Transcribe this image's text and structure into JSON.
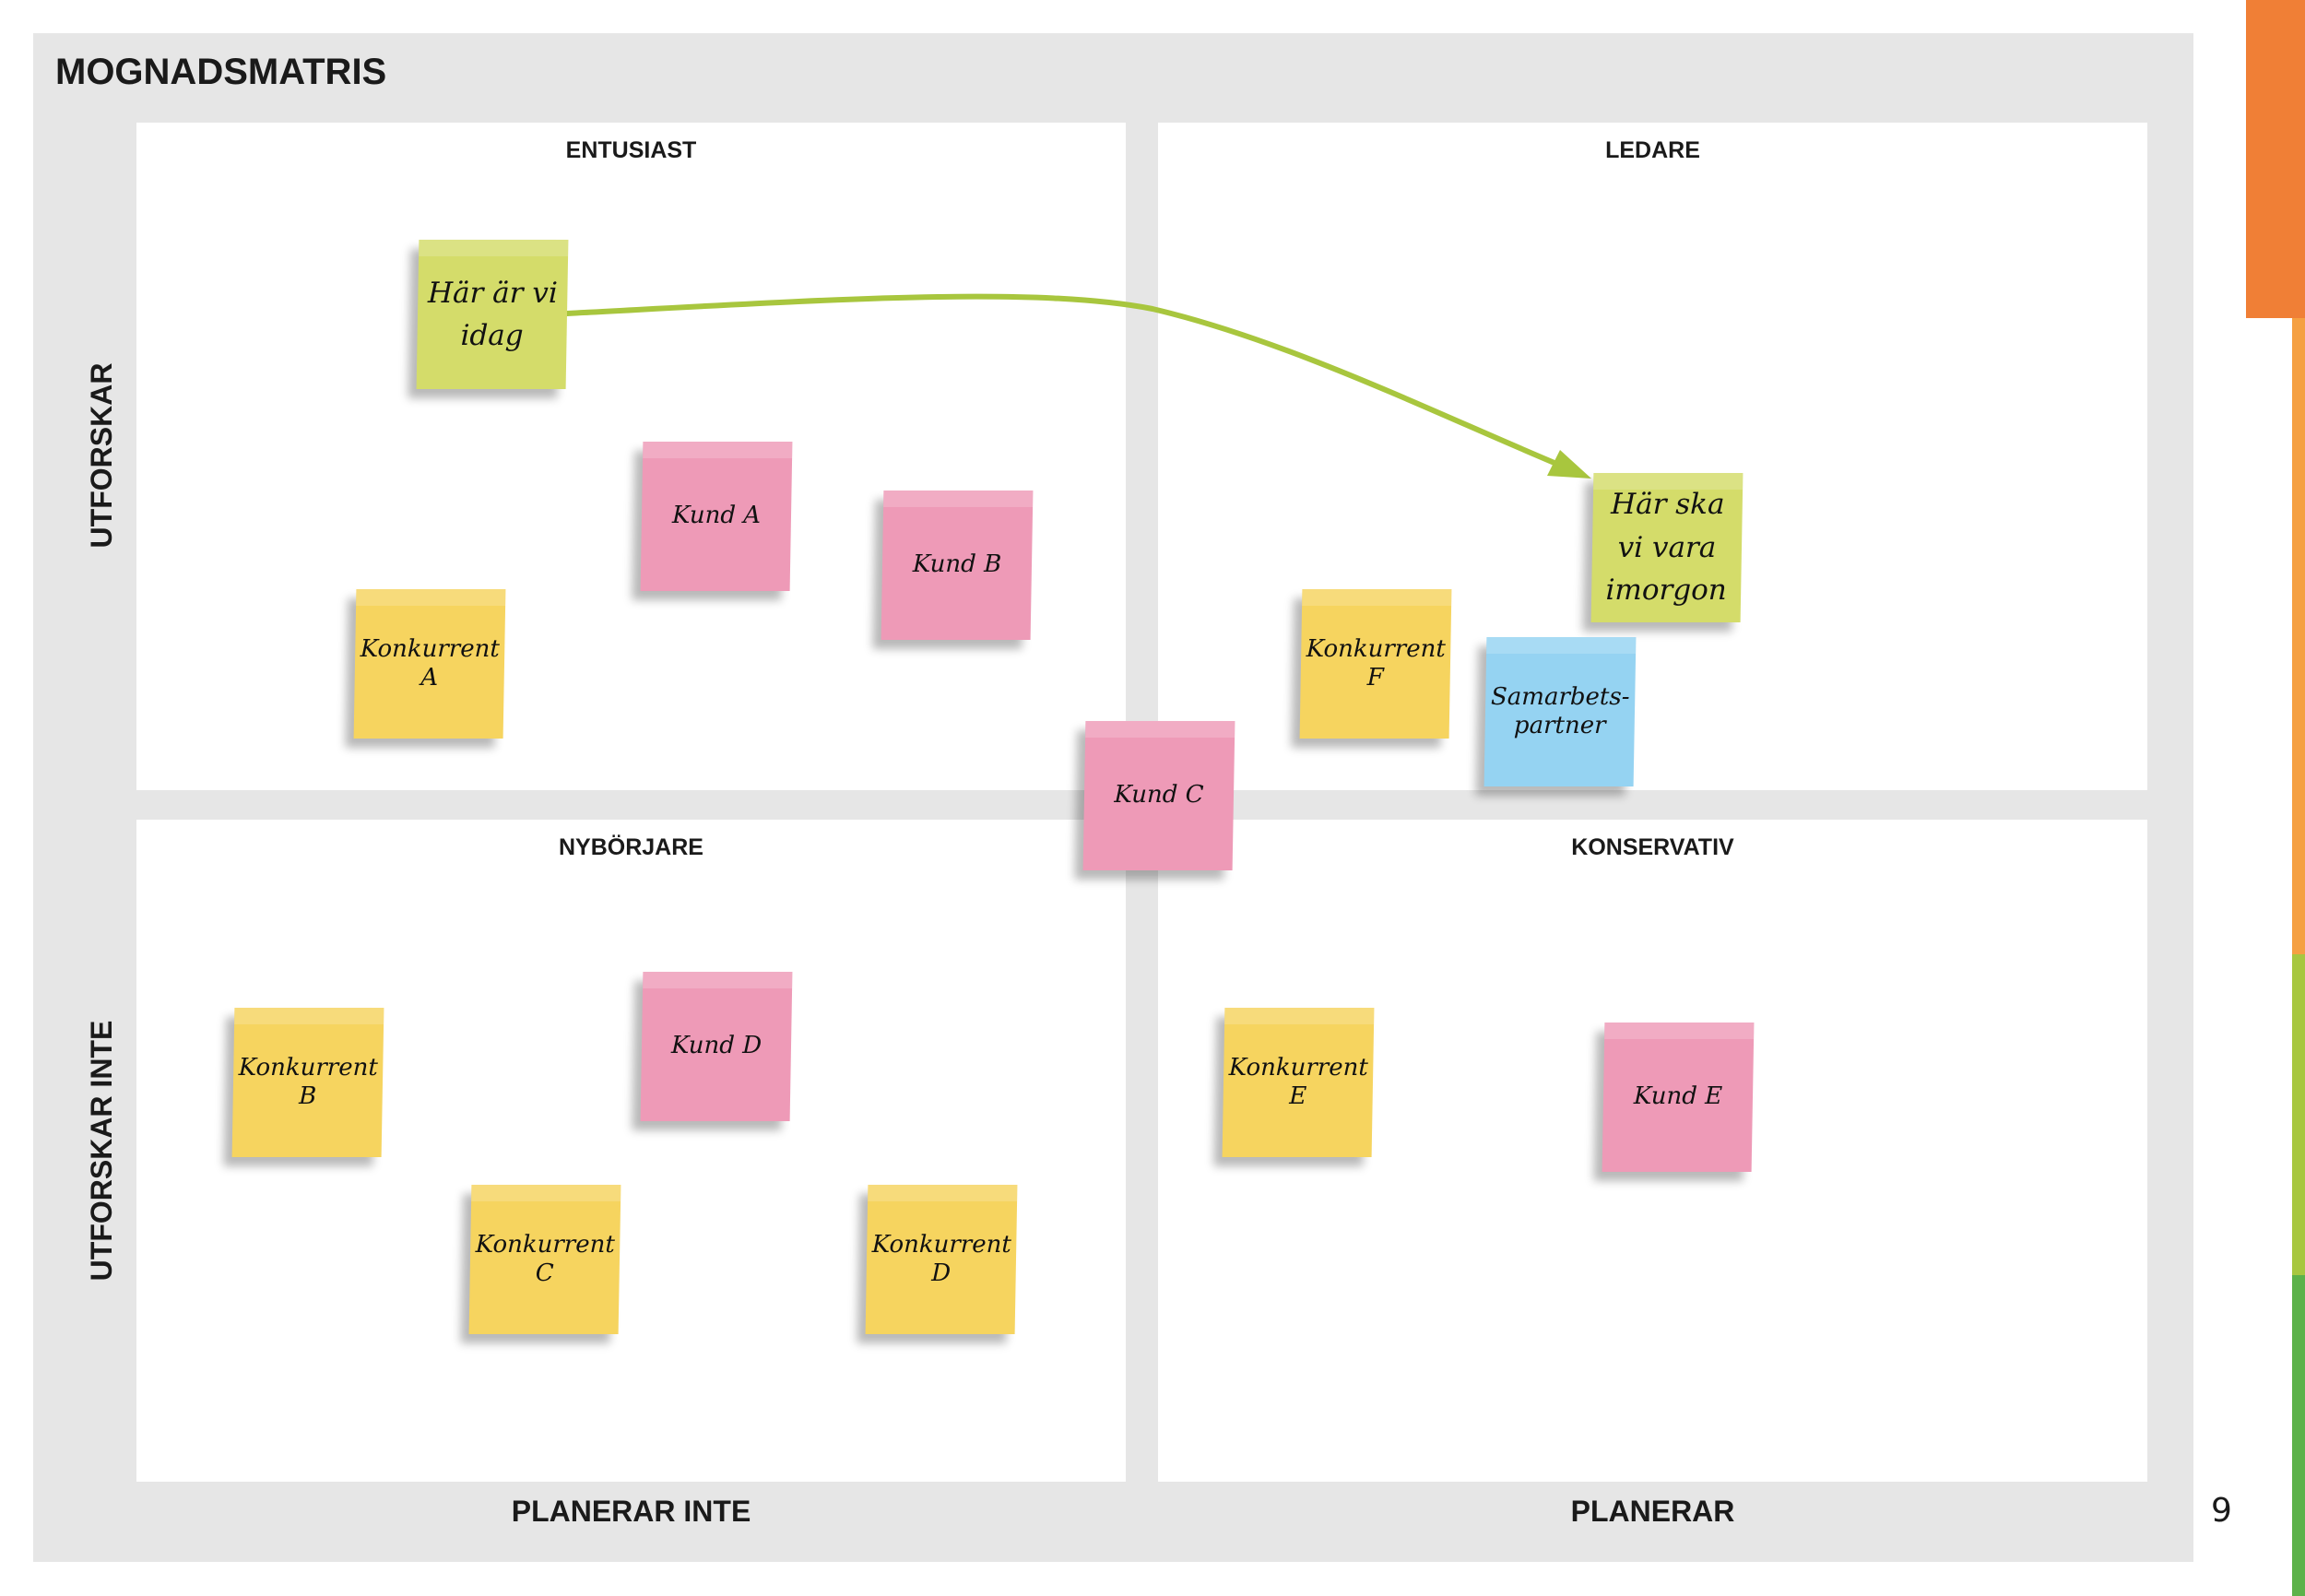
{
  "title": "MOGNADSMATRIS",
  "quadrants": {
    "top_left": "ENTUSIAST",
    "top_right": "LEDARE",
    "bottom_left": "NYBÖRJARE",
    "bottom_right": "KONSERVATIV"
  },
  "axes": {
    "x_left": "PLANERAR INTE",
    "x_right": "PLANERAR",
    "y_top": "UTFORSKAR",
    "y_bottom": "UTFORSKAR INTE"
  },
  "page_number": "9",
  "colors": {
    "board": "#e6e6e6",
    "green_note": "#d4dc6a",
    "pink_note": "#ee9ab7",
    "yellow_note": "#f6d45f",
    "blue_note": "#95d3f2",
    "arrow": "#a8c63e",
    "stripe_orange_dark": "#f07f36",
    "stripe_orange": "#f5a042",
    "stripe_green_light": "#a7c740",
    "stripe_green": "#5cb24a"
  },
  "notes": {
    "today": "Här är vi idag",
    "tomorrow": "Här ska vi vara imorgon",
    "kund_a": "Kund A",
    "kund_b": "Kund B",
    "kund_c": "Kund C",
    "kund_d": "Kund D",
    "kund_e": "Kund E",
    "konkurrent_a": "Konkurrent A",
    "konkurrent_b": "Konkurrent B",
    "konkurrent_c": "Konkurrent C",
    "konkurrent_d": "Konkurrent D",
    "konkurrent_e": "Konkurrent E",
    "konkurrent_f": "Konkurrent F",
    "partner": "Samarbets-partner"
  }
}
